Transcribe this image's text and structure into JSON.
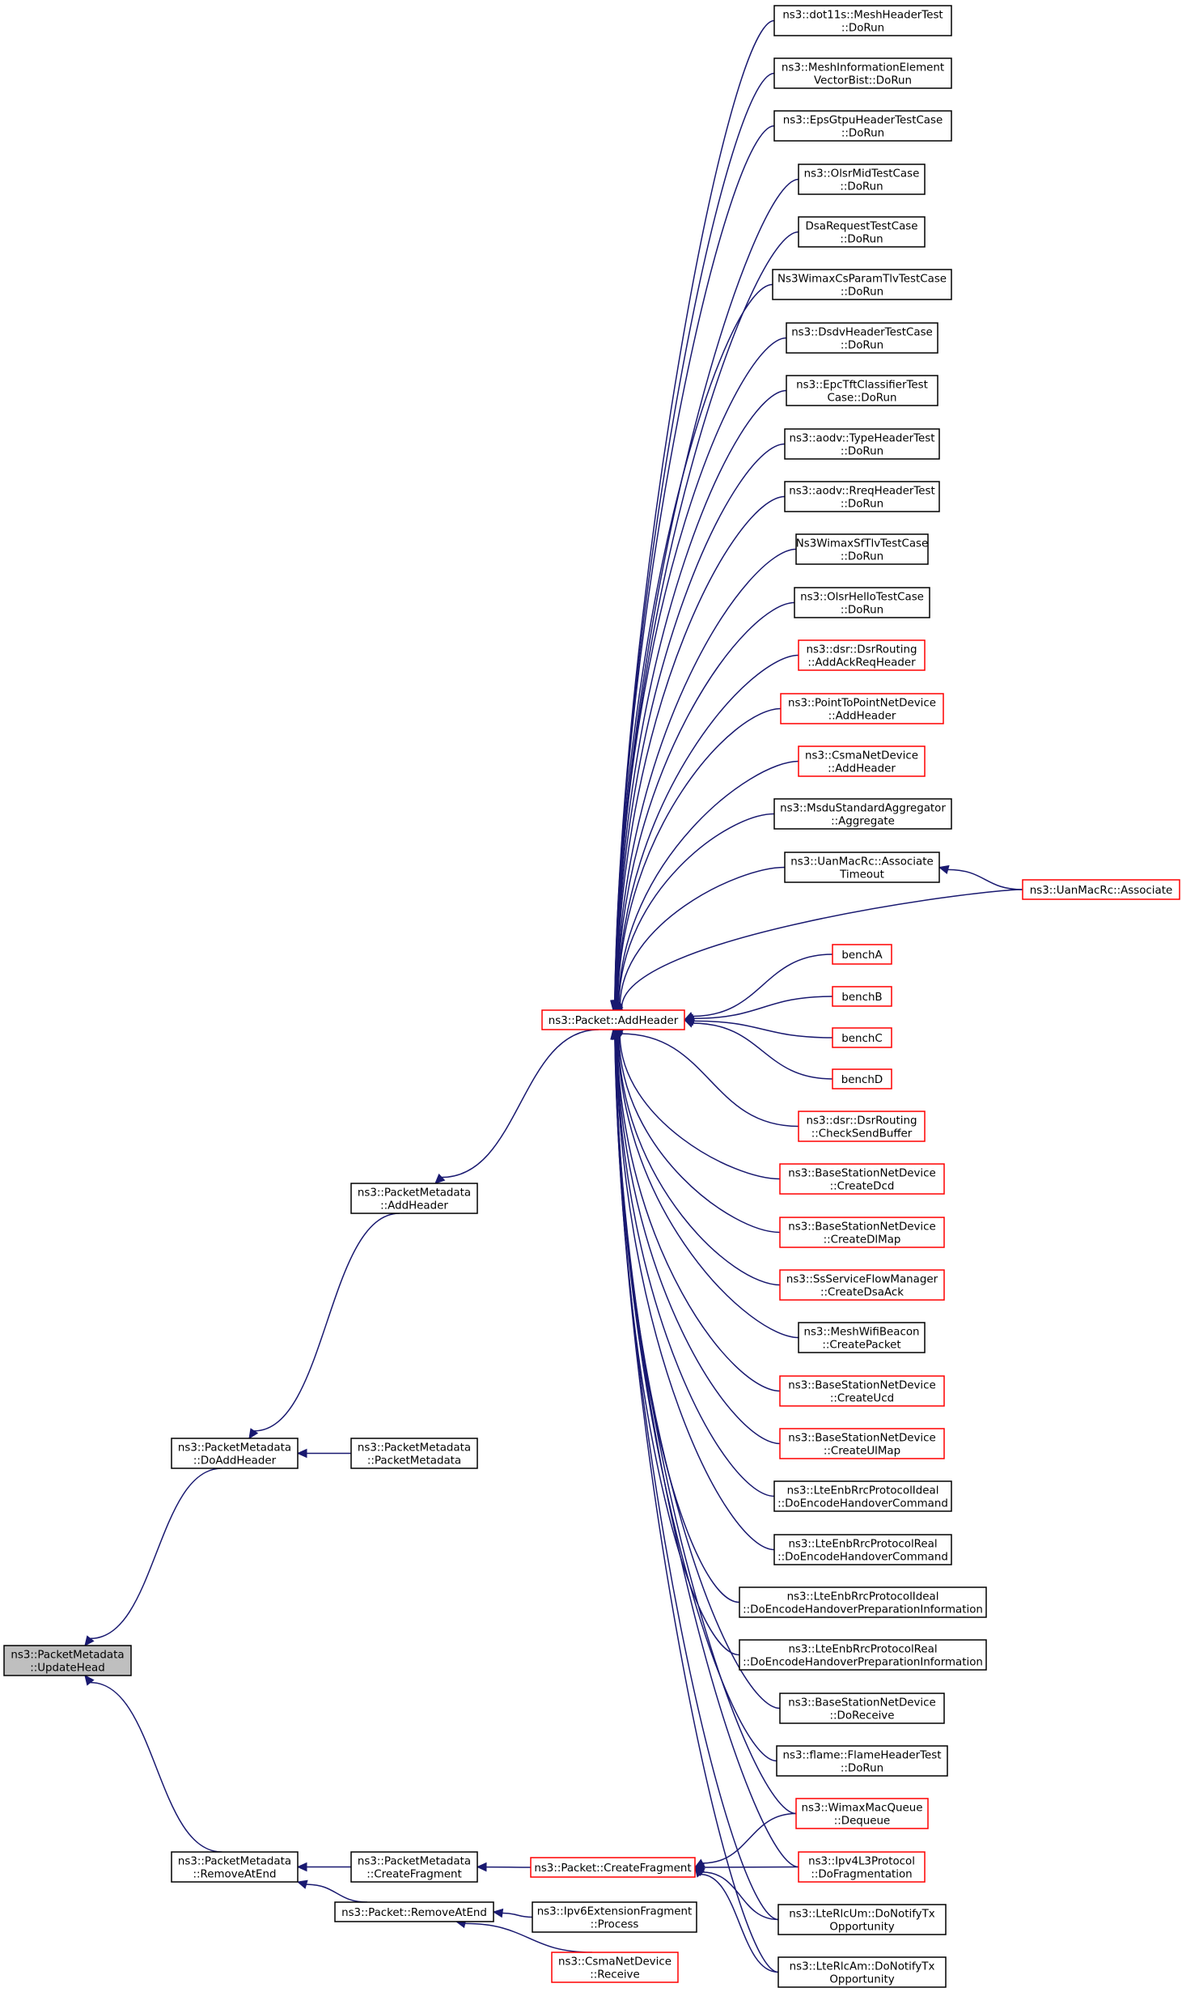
{
  "graph": {
    "nodes": [
      {
        "id": "n0",
        "lines": [
          "ns3::PacketMetadata",
          "::UpdateHead"
        ],
        "style": "current"
      },
      {
        "id": "n1",
        "lines": [
          "ns3::PacketMetadata",
          "::DoAddHeader"
        ],
        "style": "black"
      },
      {
        "id": "n2",
        "lines": [
          "ns3::PacketMetadata",
          "::RemoveAtEnd"
        ],
        "style": "black"
      },
      {
        "id": "n3",
        "lines": [
          "ns3::PacketMetadata",
          "::AddHeader"
        ],
        "style": "black"
      },
      {
        "id": "n4",
        "lines": [
          "ns3::PacketMetadata",
          "::PacketMetadata"
        ],
        "style": "black"
      },
      {
        "id": "n5",
        "lines": [
          "ns3::PacketMetadata",
          "::CreateFragment"
        ],
        "style": "black"
      },
      {
        "id": "n6",
        "lines": [
          "ns3::Packet::RemoveAtEnd"
        ],
        "style": "black"
      },
      {
        "id": "n7",
        "lines": [
          "ns3::Packet::AddHeader"
        ],
        "style": "red"
      },
      {
        "id": "n8",
        "lines": [
          "ns3::Packet::CreateFragment"
        ],
        "style": "red"
      },
      {
        "id": "n9",
        "lines": [
          "ns3::Ipv6ExtensionFragment",
          "::Process"
        ],
        "style": "black"
      },
      {
        "id": "n10",
        "lines": [
          "ns3::CsmaNetDevice",
          "::Receive"
        ],
        "style": "red"
      },
      {
        "id": "t0",
        "lines": [
          "ns3::dot11s::MeshHeaderTest",
          "::DoRun"
        ],
        "style": "black"
      },
      {
        "id": "t1",
        "lines": [
          "ns3::MeshInformationElement",
          "VectorBist::DoRun"
        ],
        "style": "black"
      },
      {
        "id": "t2",
        "lines": [
          "ns3::EpsGtpuHeaderTestCase",
          "::DoRun"
        ],
        "style": "black"
      },
      {
        "id": "t3",
        "lines": [
          "ns3::OlsrMidTestCase",
          "::DoRun"
        ],
        "style": "black"
      },
      {
        "id": "t4",
        "lines": [
          "DsaRequestTestCase",
          "::DoRun"
        ],
        "style": "black"
      },
      {
        "id": "t5",
        "lines": [
          "Ns3WimaxCsParamTlvTestCase",
          "::DoRun"
        ],
        "style": "black"
      },
      {
        "id": "t6",
        "lines": [
          "ns3::DsdvHeaderTestCase",
          "::DoRun"
        ],
        "style": "black"
      },
      {
        "id": "t7",
        "lines": [
          "ns3::EpcTftClassifierTest",
          "Case::DoRun"
        ],
        "style": "black"
      },
      {
        "id": "t8",
        "lines": [
          "ns3::aodv::TypeHeaderTest",
          "::DoRun"
        ],
        "style": "black"
      },
      {
        "id": "t9",
        "lines": [
          "ns3::aodv::RreqHeaderTest",
          "::DoRun"
        ],
        "style": "black"
      },
      {
        "id": "t10",
        "lines": [
          "Ns3WimaxSfTlvTestCase",
          "::DoRun"
        ],
        "style": "black"
      },
      {
        "id": "t11",
        "lines": [
          "ns3::OlsrHelloTestCase",
          "::DoRun"
        ],
        "style": "black"
      },
      {
        "id": "t12",
        "lines": [
          "ns3::dsr::DsrRouting",
          "::AddAckReqHeader"
        ],
        "style": "red"
      },
      {
        "id": "t13",
        "lines": [
          "ns3::PointToPointNetDevice",
          "::AddHeader"
        ],
        "style": "red"
      },
      {
        "id": "t14",
        "lines": [
          "ns3::CsmaNetDevice",
          "::AddHeader"
        ],
        "style": "red"
      },
      {
        "id": "t15",
        "lines": [
          "ns3::MsduStandardAggregator",
          "::Aggregate"
        ],
        "style": "black"
      },
      {
        "id": "t16",
        "lines": [
          "ns3::UanMacRc::Associate",
          "Timeout"
        ],
        "style": "black"
      },
      {
        "id": "t17",
        "lines": [
          "ns3::UanMacRc::Associate"
        ],
        "style": "red"
      },
      {
        "id": "t18",
        "lines": [
          "benchA"
        ],
        "style": "red"
      },
      {
        "id": "t19",
        "lines": [
          "benchB"
        ],
        "style": "red"
      },
      {
        "id": "t20",
        "lines": [
          "benchC"
        ],
        "style": "red"
      },
      {
        "id": "t21",
        "lines": [
          "benchD"
        ],
        "style": "red"
      },
      {
        "id": "t22",
        "lines": [
          "ns3::dsr::DsrRouting",
          "::CheckSendBuffer"
        ],
        "style": "red"
      },
      {
        "id": "t23",
        "lines": [
          "ns3::BaseStationNetDevice",
          "::CreateDcd"
        ],
        "style": "red"
      },
      {
        "id": "t24",
        "lines": [
          "ns3::BaseStationNetDevice",
          "::CreateDlMap"
        ],
        "style": "red"
      },
      {
        "id": "t25",
        "lines": [
          "ns3::SsServiceFlowManager",
          "::CreateDsaAck"
        ],
        "style": "red"
      },
      {
        "id": "t26",
        "lines": [
          "ns3::MeshWifiBeacon",
          "::CreatePacket"
        ],
        "style": "black"
      },
      {
        "id": "t27",
        "lines": [
          "ns3::BaseStationNetDevice",
          "::CreateUcd"
        ],
        "style": "red"
      },
      {
        "id": "t28",
        "lines": [
          "ns3::BaseStationNetDevice",
          "::CreateUlMap"
        ],
        "style": "red"
      },
      {
        "id": "t29",
        "lines": [
          "ns3::LteEnbRrcProtocolIdeal",
          "::DoEncodeHandoverCommand"
        ],
        "style": "black"
      },
      {
        "id": "t30",
        "lines": [
          "ns3::LteEnbRrcProtocolReal",
          "::DoEncodeHandoverCommand"
        ],
        "style": "black"
      },
      {
        "id": "t31",
        "lines": [
          "ns3::LteEnbRrcProtocolIdeal",
          "::DoEncodeHandoverPreparationInformation"
        ],
        "style": "black"
      },
      {
        "id": "t32",
        "lines": [
          "ns3::LteEnbRrcProtocolReal",
          "::DoEncodeHandoverPreparationInformation"
        ],
        "style": "black"
      },
      {
        "id": "t33",
        "lines": [
          "ns3::BaseStationNetDevice",
          "::DoReceive"
        ],
        "style": "black"
      },
      {
        "id": "t34",
        "lines": [
          "ns3::flame::FlameHeaderTest",
          "::DoRun"
        ],
        "style": "black"
      },
      {
        "id": "t35",
        "lines": [
          "ns3::WimaxMacQueue",
          "::Dequeue"
        ],
        "style": "red"
      },
      {
        "id": "t36",
        "lines": [
          "ns3::Ipv4L3Protocol",
          "::DoFragmentation"
        ],
        "style": "red"
      },
      {
        "id": "t37",
        "lines": [
          "ns3::LteRlcUm::DoNotifyTx",
          "Opportunity"
        ],
        "style": "black"
      },
      {
        "id": "t38",
        "lines": [
          "ns3::LteRlcAm::DoNotifyTx",
          "Opportunity"
        ],
        "style": "black"
      }
    ],
    "edges": [
      {
        "from": "n1",
        "to": "n0"
      },
      {
        "from": "n2",
        "to": "n0"
      },
      {
        "from": "n3",
        "to": "n1"
      },
      {
        "from": "n4",
        "to": "n1"
      },
      {
        "from": "n5",
        "to": "n2"
      },
      {
        "from": "n6",
        "to": "n2"
      },
      {
        "from": "n7",
        "to": "n3"
      },
      {
        "from": "n8",
        "to": "n5"
      },
      {
        "from": "n9",
        "to": "n6"
      },
      {
        "from": "n10",
        "to": "n6"
      },
      {
        "from": "t0",
        "to": "n7"
      },
      {
        "from": "t1",
        "to": "n7"
      },
      {
        "from": "t2",
        "to": "n7"
      },
      {
        "from": "t3",
        "to": "n7"
      },
      {
        "from": "t4",
        "to": "n7"
      },
      {
        "from": "t5",
        "to": "n7"
      },
      {
        "from": "t6",
        "to": "n7"
      },
      {
        "from": "t7",
        "to": "n7"
      },
      {
        "from": "t8",
        "to": "n7"
      },
      {
        "from": "t9",
        "to": "n7"
      },
      {
        "from": "t10",
        "to": "n7"
      },
      {
        "from": "t11",
        "to": "n7"
      },
      {
        "from": "t12",
        "to": "n7"
      },
      {
        "from": "t13",
        "to": "n7"
      },
      {
        "from": "t14",
        "to": "n7"
      },
      {
        "from": "t15",
        "to": "n7"
      },
      {
        "from": "t16",
        "to": "n7"
      },
      {
        "from": "t17",
        "to": "n7"
      },
      {
        "from": "t17",
        "to": "t16"
      },
      {
        "from": "t18",
        "to": "n7"
      },
      {
        "from": "t19",
        "to": "n7"
      },
      {
        "from": "t20",
        "to": "n7"
      },
      {
        "from": "t21",
        "to": "n7"
      },
      {
        "from": "t22",
        "to": "n7"
      },
      {
        "from": "t23",
        "to": "n7"
      },
      {
        "from": "t24",
        "to": "n7"
      },
      {
        "from": "t25",
        "to": "n7"
      },
      {
        "from": "t26",
        "to": "n7"
      },
      {
        "from": "t27",
        "to": "n7"
      },
      {
        "from": "t28",
        "to": "n7"
      },
      {
        "from": "t29",
        "to": "n7"
      },
      {
        "from": "t30",
        "to": "n7"
      },
      {
        "from": "t31",
        "to": "n7"
      },
      {
        "from": "t32",
        "to": "n7"
      },
      {
        "from": "t33",
        "to": "n7"
      },
      {
        "from": "t34",
        "to": "n7"
      },
      {
        "from": "t35",
        "to": "n7"
      },
      {
        "from": "t36",
        "to": "n7"
      },
      {
        "from": "t37",
        "to": "n7"
      },
      {
        "from": "t38",
        "to": "n7"
      },
      {
        "from": "t35",
        "to": "n8"
      },
      {
        "from": "t36",
        "to": "n8"
      },
      {
        "from": "t37",
        "to": "n8"
      },
      {
        "from": "t38",
        "to": "n8"
      }
    ]
  }
}
